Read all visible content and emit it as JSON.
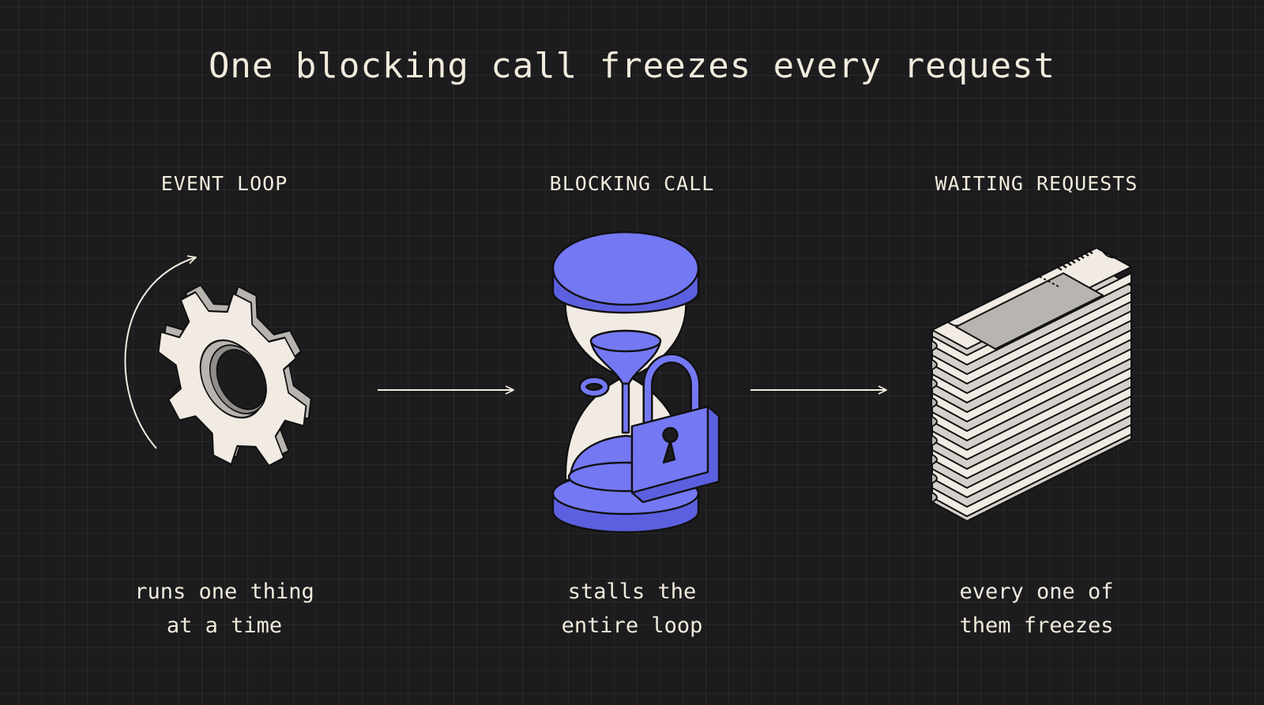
{
  "title": "One blocking call freezes every request",
  "columns": [
    {
      "label": "EVENT LOOP",
      "caption": [
        "runs one thing",
        "at a time"
      ],
      "icon": "gear-icon"
    },
    {
      "label": "BLOCKING CALL",
      "caption": [
        "stalls the",
        "entire loop"
      ],
      "icon": "hourglass-lock-icon"
    },
    {
      "label": "WAITING REQUESTS",
      "caption": [
        "every one of",
        "them freezes"
      ],
      "icon": "ticket-stack-icon"
    }
  ],
  "colors": {
    "background": "#1c1b1d",
    "text": "#f1ebdd",
    "accent": "#7478f3",
    "paper": "#f1ebe3",
    "shade": "#b8b5b1"
  }
}
